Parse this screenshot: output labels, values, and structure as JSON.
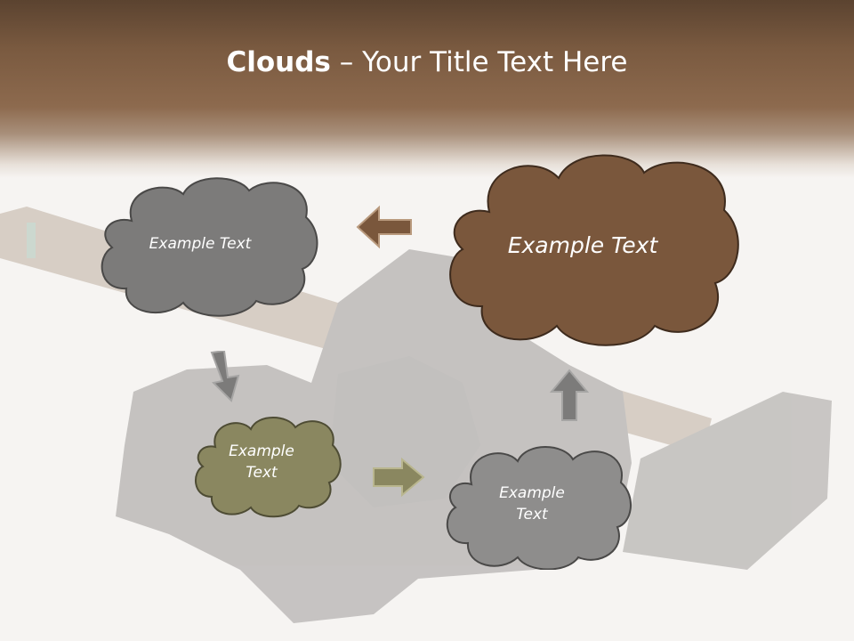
{
  "title": {
    "bold": "Clouds",
    "rest": " – Your Title Text Here"
  },
  "clouds": [
    {
      "text": "Example Text",
      "fill": "#7c7b7a"
    },
    {
      "text": "Example Text",
      "fill": "#7a573c"
    },
    {
      "text": "Example Text",
      "fill": "#8a8760"
    },
    {
      "text": "Example Text",
      "fill": "#8e8d8c"
    }
  ],
  "colors": {
    "header": "#7a5a40",
    "arrow_brown": "#7a573c",
    "arrow_gray": "#7c7b7a",
    "arrow_olive": "#8a8760"
  },
  "icons": [
    "hammer-coal-background-image",
    "left-arrow-icon",
    "down-arrow-icon",
    "right-arrow-icon",
    "up-arrow-icon"
  ]
}
